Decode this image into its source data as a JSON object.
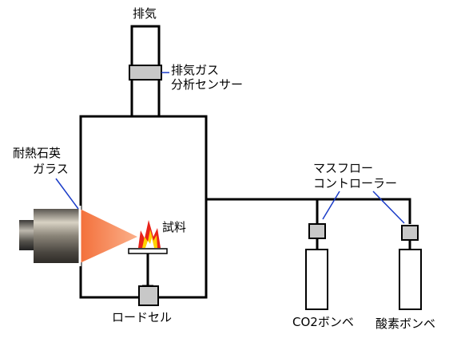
{
  "labels": {
    "exhaust": "排気",
    "sensor_line1": "排気ガス",
    "sensor_line2": "分析センサー",
    "window_line1": "耐熱石英",
    "window_line2": "ガラス",
    "sample": "試料",
    "loadcell": "ロードセル",
    "mfc_line1": "マスフロー",
    "mfc_line2": "コントローラー",
    "co2_cylinder": "CO2ボンベ",
    "oxygen_cylinder": "酸素ボンベ"
  },
  "colors": {
    "line": "#000000",
    "device_fill": "#c8c8c8",
    "leader": "#1a3cc8",
    "heater_cone": "#f7824a",
    "flame_outer": "#e8231a",
    "flame_inner": "#ffd200",
    "heater_body": "#8a8478"
  }
}
